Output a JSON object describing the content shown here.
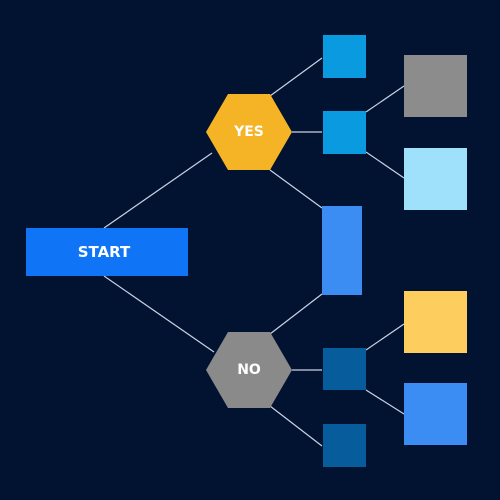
{
  "diagram": {
    "background": "#011330",
    "connector_color": "#c9d3e6",
    "start": {
      "label": "START",
      "color": "#0f74f5"
    },
    "yes": {
      "label": "YES",
      "color": "#f4b425"
    },
    "no": {
      "label": "NO",
      "color": "#8a8a8a"
    },
    "boxes": {
      "yes_top": {
        "color": "#0a9ae0"
      },
      "yes_middle": {
        "color": "#0a9ae0"
      },
      "yes_grey": {
        "color": "#8c8c8c"
      },
      "yes_light": {
        "color": "#9fe0fb"
      },
      "center_bar": {
        "color": "#3b8cf3"
      },
      "no_middle": {
        "color": "#075d9c"
      },
      "no_bottom": {
        "color": "#075d9c"
      },
      "no_yellow": {
        "color": "#fdcd5e"
      },
      "no_blue": {
        "color": "#3b8cf3"
      }
    }
  }
}
